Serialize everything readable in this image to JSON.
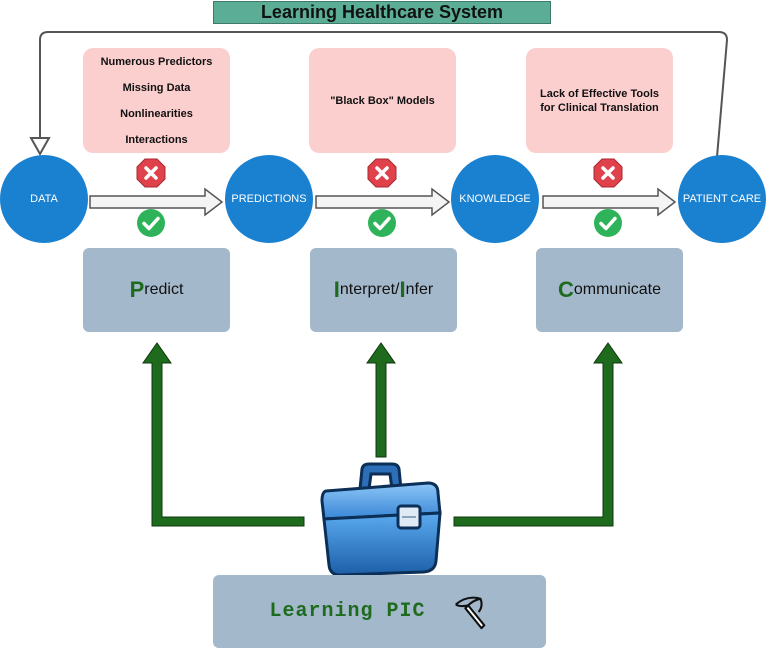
{
  "title": "Learning Healthcare System",
  "problems": {
    "data": [
      "Numerous Predictors",
      "Missing Data",
      "Nonlinearities",
      "Interactions"
    ],
    "predictions": [
      "\"Black Box\" Models"
    ],
    "knowledge": [
      "Lack of Effective Tools",
      "for Clinical Translation"
    ]
  },
  "nodes": {
    "data": "DATA",
    "predictions": "PREDICTIONS",
    "knowledge": "KNOWLEDGE",
    "patient_care": "PATIENT CARE"
  },
  "tasks": {
    "predict": {
      "initial": "P",
      "rest": "redict"
    },
    "interpret": {
      "i1": "I",
      "mid": "nterpret/",
      "i2": "I",
      "rest": "nfer"
    },
    "communicate": {
      "initial": "C",
      "rest": "ommunicate"
    }
  },
  "footer": {
    "label": "Learning PIC"
  },
  "colors": {
    "node": "#1a80d0",
    "problem_bg": "#fccfcf",
    "task_bg": "#a4b8cc",
    "title_bg": "#5bae95",
    "arrow_green": "#1e6b1e",
    "cross_red": "#e0424b",
    "check_green": "#2fb35a"
  },
  "icons": [
    "cross-octagon-icon",
    "check-circle-icon",
    "toolbox-icon",
    "pickaxe-icon"
  ]
}
